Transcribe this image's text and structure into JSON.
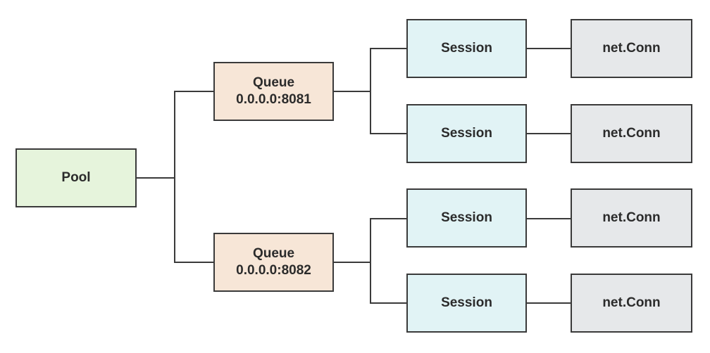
{
  "pool": {
    "label": "Pool"
  },
  "queues": [
    {
      "title": "Queue",
      "address": "0.0.0.0:8081",
      "sessions": [
        {
          "label": "Session",
          "conn": "net.Conn"
        },
        {
          "label": "Session",
          "conn": "net.Conn"
        }
      ]
    },
    {
      "title": "Queue",
      "address": "0.0.0.0:8082",
      "sessions": [
        {
          "label": "Session",
          "conn": "net.Conn"
        },
        {
          "label": "Session",
          "conn": "net.Conn"
        }
      ]
    }
  ],
  "colors": {
    "pool_fill": "#e6f4dc",
    "queue_fill": "#f7e6d7",
    "session_fill": "#e1f3f5",
    "conn_fill": "#e6e8ea",
    "stroke": "#3a3a3a"
  }
}
